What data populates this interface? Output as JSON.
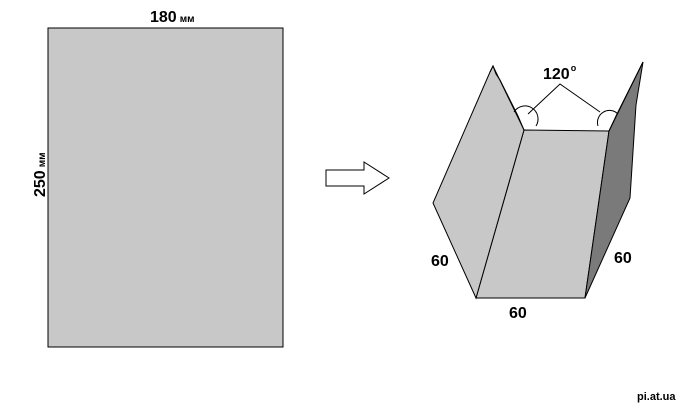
{
  "sheet": {
    "width_value": "180",
    "width_unit": "мм",
    "height_value": "250",
    "height_unit": "мм"
  },
  "folded": {
    "angle_value": "120",
    "angle_degree": "o",
    "side_left": "60",
    "side_bottom": "60",
    "side_right": "60"
  },
  "watermark": "pi.at.ua",
  "colors": {
    "sheet_fill": "#c8c8c8",
    "dark_side_fill": "#7a7a7a",
    "outline": "#000000"
  }
}
